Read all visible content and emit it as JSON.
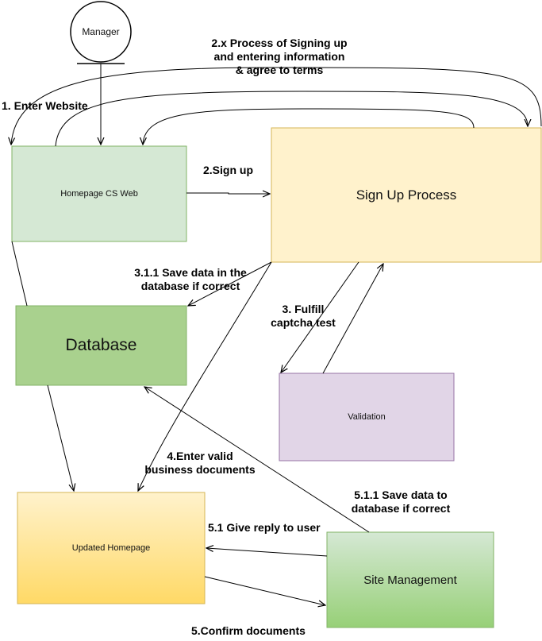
{
  "actor": {
    "label": "Manager"
  },
  "nodes": {
    "homepage": "Homepage CS Web",
    "signup": "Sign Up Process",
    "database": "Database",
    "validation": "Validation",
    "updated": "Updated Homepage",
    "site": "Site Management"
  },
  "edges": {
    "e1": "1. Enter Website",
    "e2x_l1": "2.x Process of Signing up",
    "e2x_l2": "and entering information",
    "e2x_l3": "& agree to terms",
    "e2": "2.Sign up",
    "e311_l1": "3.1.1 Save data in the",
    "e311_l2": "database if correct",
    "e3_l1": "3. Fulfill",
    "e3_l2": "captcha test",
    "e4_l1": "4.Enter valid",
    "e4_l2": "business documents",
    "e511_l1": "5.1.1 Save data to",
    "e511_l2": "database if correct",
    "e51": "5.1 Give reply to user",
    "e5": "5.Confirm documents"
  },
  "colors": {
    "homepage_fill": "#d5e8d4",
    "homepage_stroke": "#82b366",
    "signup_fill": "#fff2cc",
    "signup_stroke": "#d6b656",
    "database_fill": "#a9d18e",
    "database_stroke": "#82b366",
    "validation_fill": "#e1d5e7",
    "validation_stroke": "#9673a6",
    "updated_top": "#fff2cc",
    "updated_bottom": "#ffd966",
    "updated_stroke": "#d6b656",
    "site_top": "#d5e8d4",
    "site_bottom": "#97d077",
    "site_stroke": "#82b366"
  }
}
